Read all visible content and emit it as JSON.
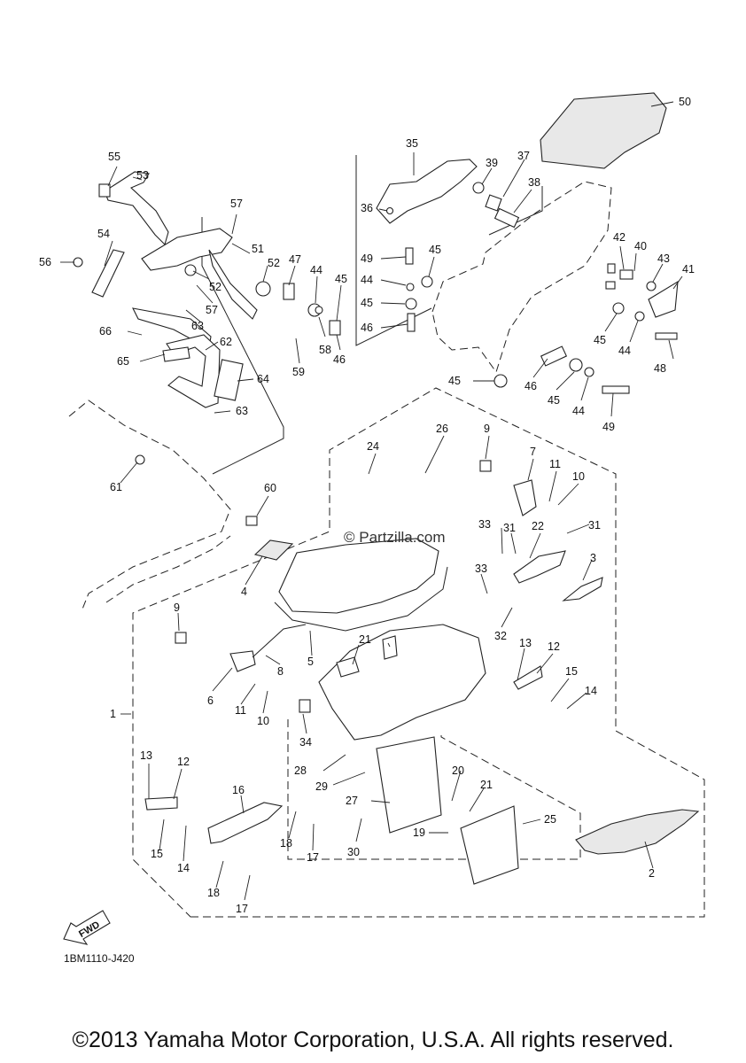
{
  "diagram": {
    "watermark": "© Partzilla.com",
    "diagram_code": "1BM1110-J420",
    "direction_marker": "FWD",
    "copyright": "©2013 Yamaha Motor Corporation, U.S.A. All rights reserved.",
    "callouts": {
      "n1": "1",
      "n2": "2",
      "n3": "3",
      "n4": "4",
      "n5": "5",
      "n6": "6",
      "n7": "7",
      "n8": "8",
      "n9a": "9",
      "n9b": "9",
      "n10a": "10",
      "n10b": "10",
      "n11a": "11",
      "n11b": "11",
      "n12a": "12",
      "n12b": "12",
      "n13a": "13",
      "n13b": "13",
      "n14a": "14",
      "n14b": "14",
      "n15a": "15",
      "n15b": "15",
      "n16": "16",
      "n17a": "17",
      "n17b": "17",
      "n18a": "18",
      "n18b": "18",
      "n19": "19",
      "n20": "20",
      "n21a": "21",
      "n21b": "21",
      "n22": "22",
      "n24": "24",
      "n25": "25",
      "n26": "26",
      "n27": "27",
      "n28": "28",
      "n29": "29",
      "n30": "30",
      "n31a": "31",
      "n31b": "31",
      "n32": "32",
      "n33a": "33",
      "n33b": "33",
      "n34": "34",
      "n35": "35",
      "n36": "36",
      "n37": "37",
      "n38": "38",
      "n39": "39",
      "n40": "40",
      "n41": "41",
      "n42": "42",
      "n43": "43",
      "n44a": "44",
      "n44b": "44",
      "n44c": "44",
      "n44d": "44",
      "n45a": "45",
      "n45b": "45",
      "n45c": "45",
      "n45d": "45",
      "n45e": "45",
      "n45f": "45",
      "n46a": "46",
      "n46b": "46",
      "n46c": "46",
      "n47": "47",
      "n48": "48",
      "n49a": "49",
      "n49b": "49",
      "n50": "50",
      "n51": "51",
      "n52a": "52",
      "n52b": "52",
      "n53": "53",
      "n54": "54",
      "n55": "55",
      "n56": "56",
      "n57a": "57",
      "n57b": "57",
      "n58": "58",
      "n59": "59",
      "n60": "60",
      "n61": "61",
      "n62": "62",
      "n63a": "63",
      "n63b": "63",
      "n64": "64",
      "n65": "65",
      "n66": "66"
    }
  }
}
